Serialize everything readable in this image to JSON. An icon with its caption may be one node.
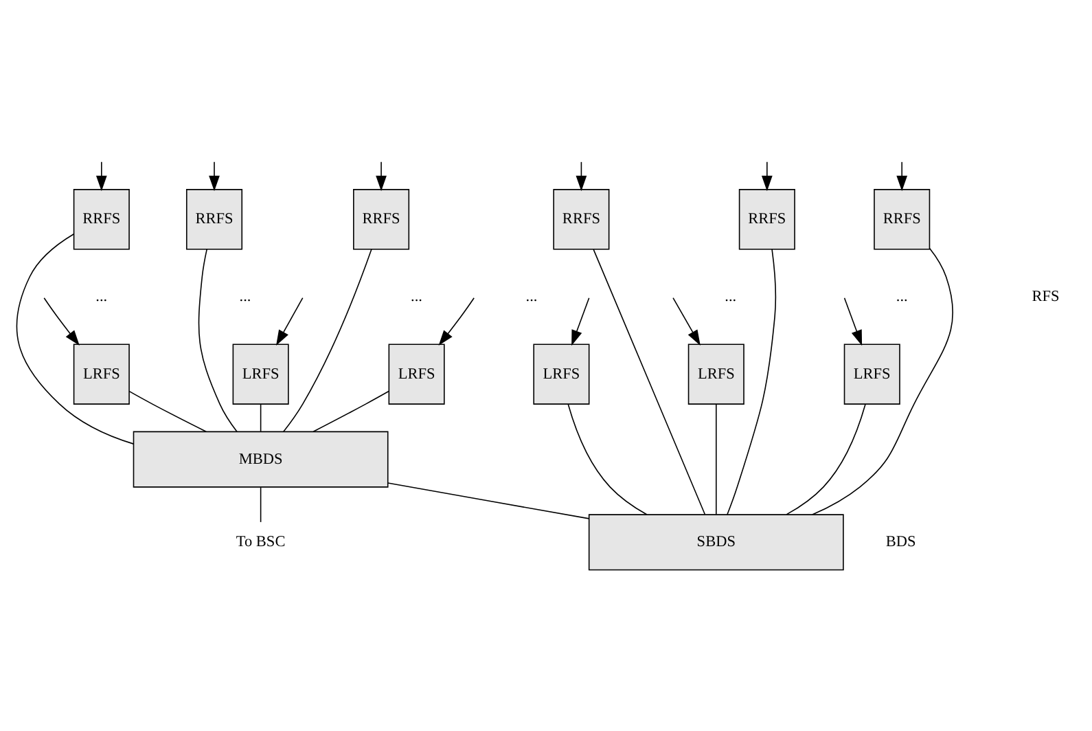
{
  "diagram": {
    "nodes": [
      {
        "text": [
          "RRFS"
        ]
      },
      {
        "text": [
          "RRFS"
        ]
      },
      {
        "text": [
          "RRFS"
        ]
      },
      {
        "text": [
          "RRFS"
        ]
      },
      {
        "text": [
          "RRFS"
        ]
      },
      {
        "text": [
          "RRFS"
        ]
      },
      {
        "text": [
          "LRFS"
        ]
      },
      {
        "text": [
          "LRFS"
        ]
      },
      {
        "text": [
          "LRFS"
        ]
      },
      {
        "text": [
          "LRFS"
        ]
      },
      {
        "text": [
          "LRFS"
        ]
      },
      {
        "text": [
          "LRFS"
        ]
      },
      {
        "text": [
          "MBDS"
        ]
      },
      {
        "text": [
          "SBDS"
        ]
      },
      {
        "text": [
          "To BSC"
        ]
      }
    ],
    "edges": [
      {
        "from": null,
        "to": 0,
        "arrow": "to"
      },
      {
        "from": null,
        "to": 1,
        "arrow": "to"
      },
      {
        "from": null,
        "to": 2,
        "arrow": "to"
      },
      {
        "from": null,
        "to": 3,
        "arrow": "to"
      },
      {
        "from": null,
        "to": 4,
        "arrow": "to"
      },
      {
        "from": null,
        "to": 5,
        "arrow": "to"
      },
      {
        "from": null,
        "to": 6,
        "arrow": "to"
      },
      {
        "from": null,
        "to": 7,
        "arrow": "to"
      },
      {
        "from": null,
        "to": 8,
        "arrow": "to"
      },
      {
        "from": null,
        "to": 9,
        "arrow": "to"
      },
      {
        "from": null,
        "to": 10,
        "arrow": "to"
      },
      {
        "from": null,
        "to": 11,
        "arrow": "to"
      },
      {
        "from": 6,
        "to": 12,
        "arrow": "none"
      },
      {
        "from": 0,
        "to": 12,
        "arrow": "none"
      },
      {
        "from": 7,
        "to": 12,
        "arrow": "none"
      },
      {
        "from": 1,
        "to": 12,
        "arrow": "none"
      },
      {
        "from": 8,
        "to": 12,
        "arrow": "none"
      },
      {
        "from": 2,
        "to": 12,
        "arrow": "none"
      },
      {
        "from": 9,
        "to": 13,
        "arrow": "none"
      },
      {
        "from": 3,
        "to": 13,
        "arrow": "none"
      },
      {
        "from": 10,
        "to": 13,
        "arrow": "none"
      },
      {
        "from": 4,
        "to": 13,
        "arrow": "none"
      },
      {
        "from": 11,
        "to": 13,
        "arrow": "none"
      },
      {
        "from": 5,
        "to": 13,
        "arrow": "none"
      },
      {
        "from": 12,
        "to": 13,
        "arrow": "none"
      },
      {
        "from": 12,
        "to": 14,
        "arrow": "none"
      }
    ],
    "labels": [
      "...",
      "...",
      "...",
      "...",
      "...",
      "...",
      "RFS",
      "BDS"
    ]
  }
}
